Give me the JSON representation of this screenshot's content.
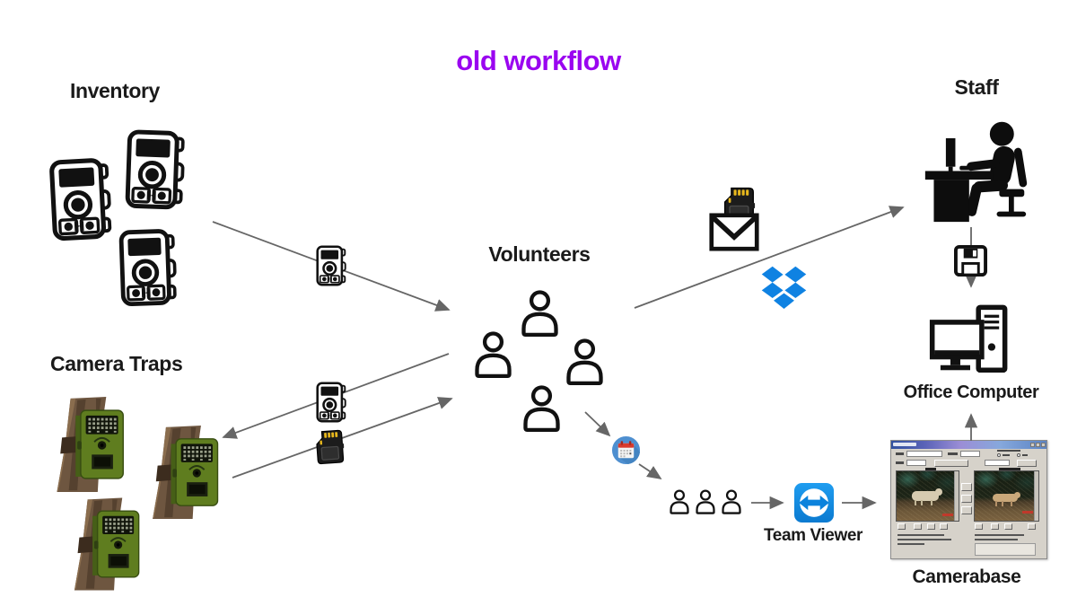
{
  "title": {
    "text": "old workflow"
  },
  "labels": {
    "inventory": "Inventory",
    "camera_traps": "Camera Traps",
    "volunteers": "Volunteers",
    "staff": "Staff",
    "office_computer": "Office Computer",
    "team_viewer": "Team Viewer",
    "camerabase": "Camerabase"
  },
  "icons": [
    "camera-trap-icon",
    "tree-camera-icon",
    "person-icon",
    "person-at-desk-icon",
    "sd-card-icon",
    "envelope-icon",
    "dropbox-icon",
    "floppy-disk-icon",
    "desktop-computer-icon",
    "calendar-icon",
    "people-group-icon",
    "teamviewer-icon",
    "camerabase-window-icon"
  ],
  "colors": {
    "title": "#9a05f0",
    "label_text": "#1a1a1a",
    "arrow": "#666666",
    "dropbox_blue": "#0f82e2",
    "teamviewer_blue": "#1090e0",
    "calendar_blue": "#4e8fd0",
    "calendar_red": "#d83b2e",
    "camera_trap_green": "#5f7d1f",
    "tree_brown": "#6e5640",
    "sd_pin_gold": "#e8b81d"
  }
}
